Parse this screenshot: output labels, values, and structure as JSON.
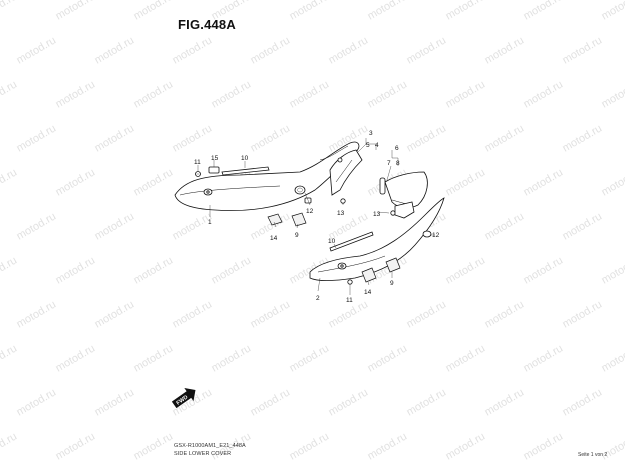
{
  "figure": {
    "title": "FIG.448A",
    "code": "GSX-R1000AM1_E21_448A",
    "caption": "SIDE LOWER COVER",
    "page": "Seite 1 von 2"
  },
  "watermark": {
    "text": "motod.ru"
  },
  "fwd_badge": {
    "label": "FWD"
  },
  "callouts": {
    "n1": "1",
    "n2": "2",
    "n3": "3",
    "n4": "4",
    "n5": "5",
    "n6": "6",
    "n7": "7",
    "n8": "8",
    "n9a": "9",
    "n9b": "9",
    "n10a": "10",
    "n10b": "10",
    "n11a": "11",
    "n11b": "11",
    "n12a": "12",
    "n12b": "12",
    "n13a": "13",
    "n13b": "13",
    "n14a": "14",
    "n14b": "14",
    "n15": "15"
  },
  "colors": {
    "line": "#111111",
    "watermark": "#c9c9c9",
    "background": "#ffffff"
  }
}
